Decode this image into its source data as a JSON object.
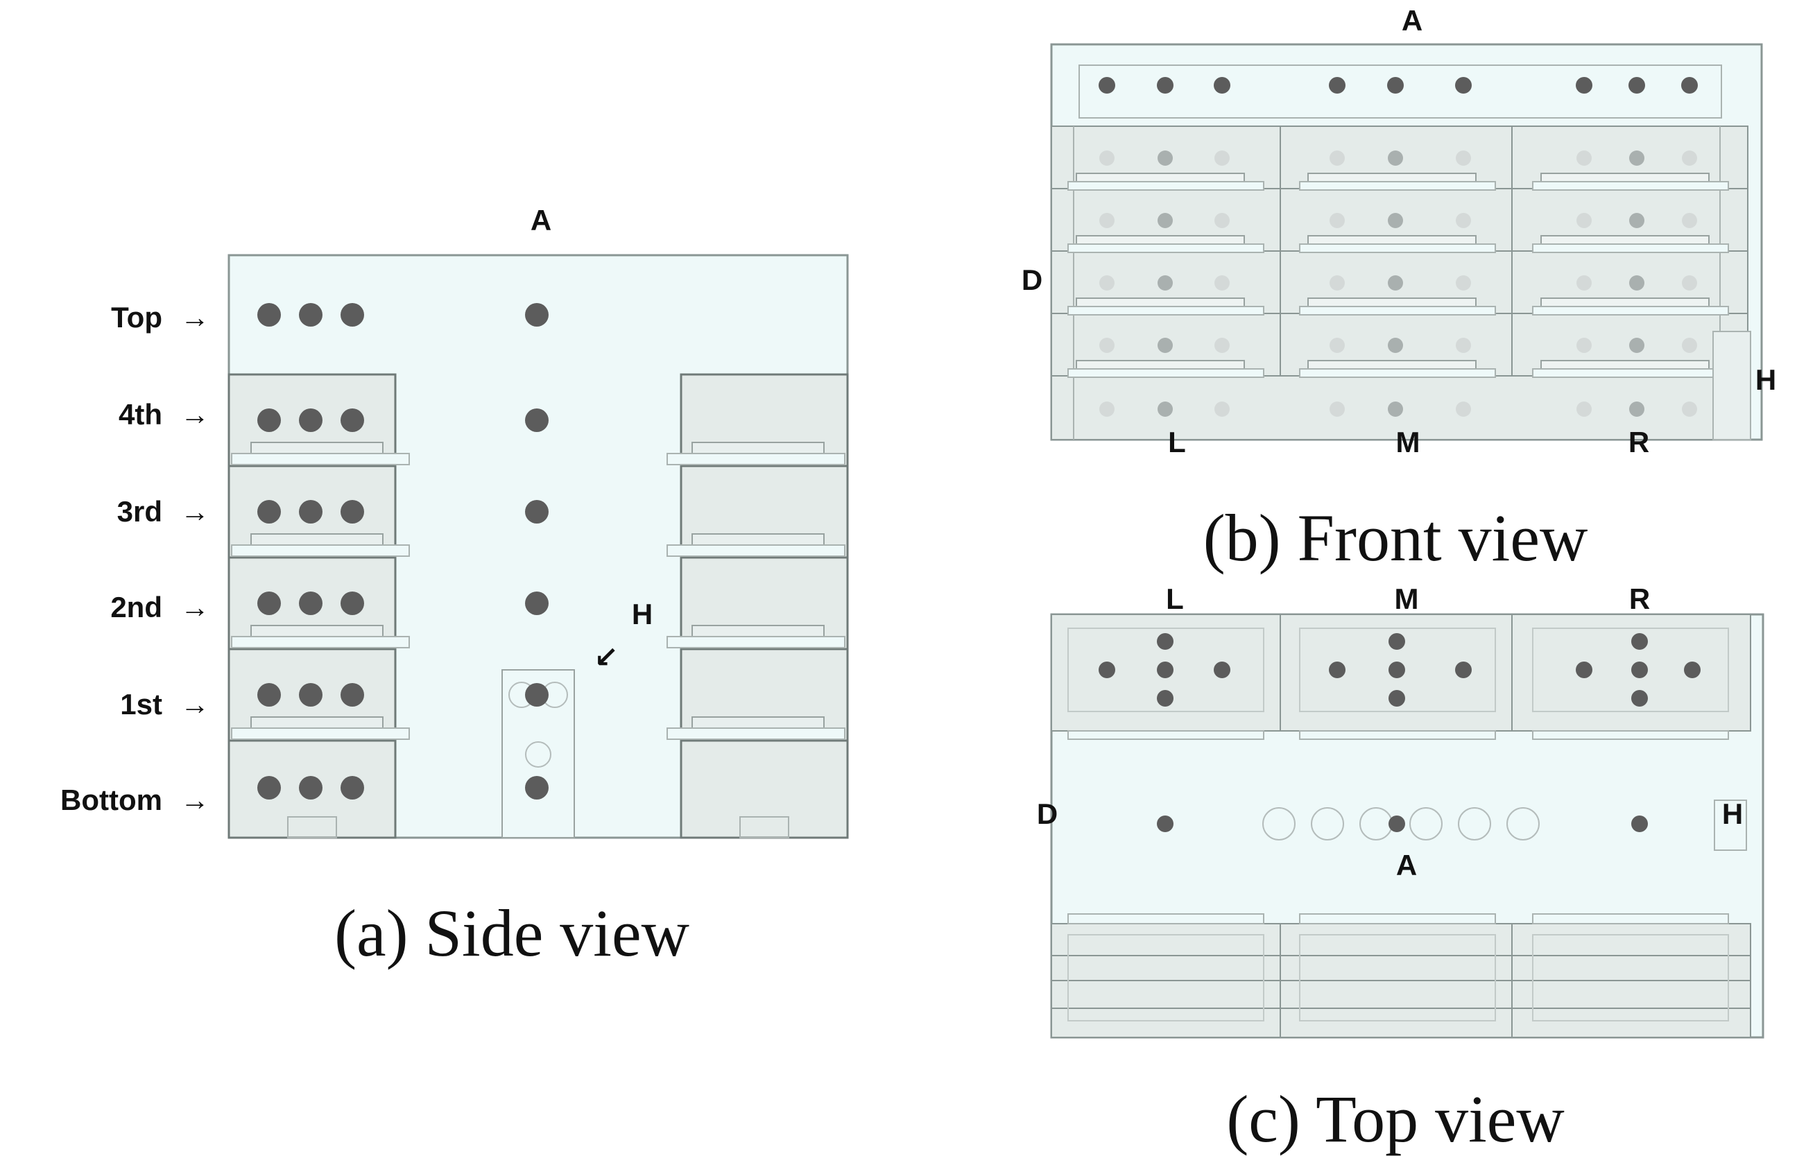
{
  "colors": {
    "air": "#eef9f9",
    "shelf": "#e4ebe9",
    "edge": "#8a9694",
    "sensor_dark": "#5c5c5c",
    "sensor_light": "#d4d9d8",
    "sensor_mid": "#a9b0af"
  },
  "side_view": {
    "label_a": "A",
    "label_h": "H",
    "arrow_h": "↙",
    "levels": [
      {
        "label": "Top",
        "arrow": "→"
      },
      {
        "label": "4th",
        "arrow": "→"
      },
      {
        "label": "3rd",
        "arrow": "→"
      },
      {
        "label": "2nd",
        "arrow": "→"
      },
      {
        "label": "1st",
        "arrow": "→"
      },
      {
        "label": "Bottom",
        "arrow": "→"
      }
    ],
    "caption": "(a) Side view"
  },
  "front_view": {
    "label_a": "A",
    "label_d": "D",
    "label_h": "H",
    "columns": [
      "L",
      "M",
      "R"
    ],
    "caption": "(b) Front view"
  },
  "top_view": {
    "label_a": "A",
    "label_d": "D",
    "label_h": "H",
    "columns": [
      "L",
      "M",
      "R"
    ],
    "caption": "(c) Top view"
  }
}
